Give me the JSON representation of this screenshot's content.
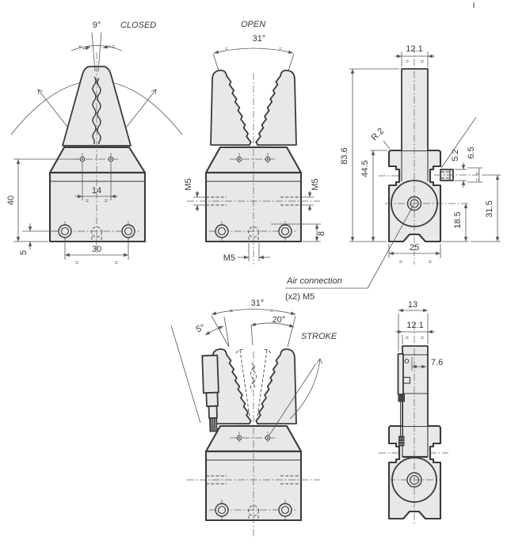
{
  "drawing": {
    "background": "#ffffff",
    "part_fill": "#e8e8ea",
    "line_color": "#3a3a3c",
    "dim_color": "#55555a",
    "eq_mark": "=",
    "views": {
      "front_closed": {
        "angle": "9°",
        "state": "CLOSED",
        "height": "40",
        "pin_spacing": "14",
        "mount_spacing": "30",
        "foot": "5"
      },
      "front_open": {
        "state": "OPEN",
        "angle": "31°",
        "thread_left": "M5",
        "thread_right": "M5",
        "thread_bottom": "M5",
        "port_offset": "8"
      },
      "side_right": {
        "jaw_width": "12.1",
        "total_height": "83.6",
        "body_height": "44.5",
        "corner_radius": "R.2",
        "port_dia": "5.2",
        "port_len": "6.5",
        "port_height": "18.5",
        "slot_height": "31.5",
        "depth": "25"
      },
      "front_stroke": {
        "angle_total": "31°",
        "angle_pre": "5°",
        "angle_stroke": "20°",
        "state": "STROKE"
      },
      "side_sensor": {
        "overall_width": "13",
        "jaw_width": "12.1",
        "sensor_offset": "7.6"
      }
    },
    "air_callout": {
      "line1": "Air connection",
      "line2": "(x2) M5"
    }
  }
}
